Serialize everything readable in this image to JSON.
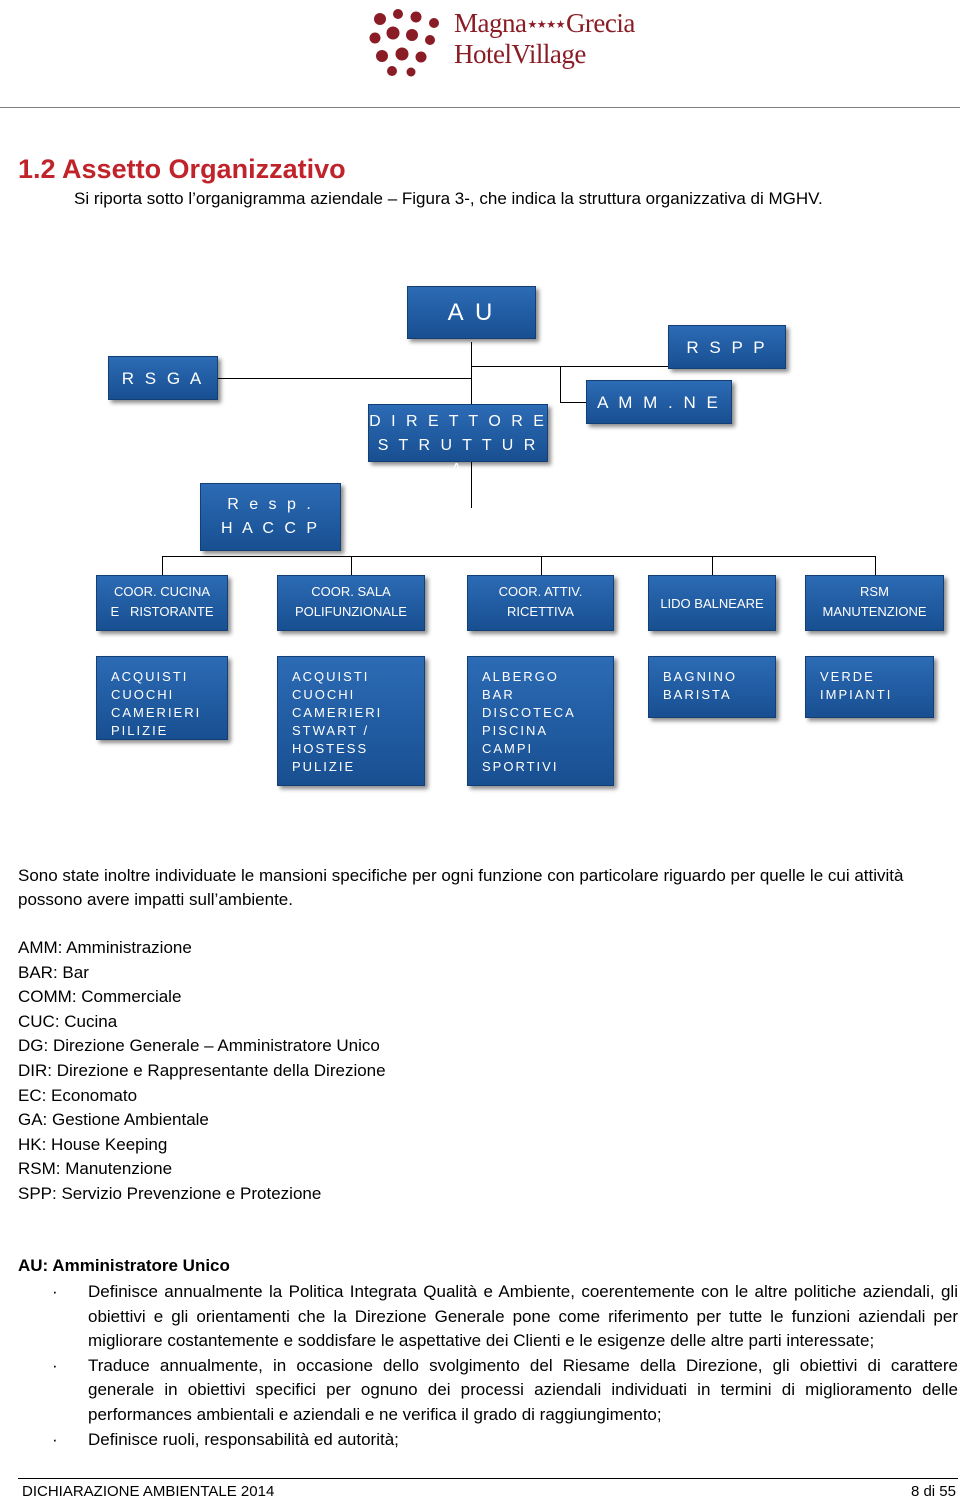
{
  "header": {
    "logo_line1_a": "Magna",
    "logo_stars": "★★★★",
    "logo_line1_b": "Grecia",
    "logo_line2": "HotelVillage"
  },
  "section": {
    "title": "1.2 Assetto Organizzativo",
    "intro": "Si riporta sotto l’organigramma aziendale – Figura 3-, che indica la struttura organizzativa di MGHV."
  },
  "org": {
    "au": "A U",
    "rspp": "R S P P",
    "rsga": "R S G A",
    "amm": "A M M . N E",
    "direttore": [
      "D I R E T T O R E",
      "S T R U T T U R A"
    ],
    "haccp": [
      "R e s p .",
      "H A C C P"
    ],
    "coord": [
      [
        "COOR. CUCINA",
        "E   RISTORANTE"
      ],
      [
        "COOR. SALA",
        "POLIFUNZIONALE"
      ],
      [
        "COOR. ATTIV.",
        "RICETTIVA"
      ],
      [
        "LIDO BALNEARE"
      ],
      [
        "RSM",
        "MANUTENZIONE"
      ]
    ],
    "staff": [
      [
        "ACQUISTI",
        "CUOCHI",
        "CAMERIERI",
        "PILIZIE"
      ],
      [
        "ACQUISTI",
        "CUOCHI",
        "CAMERIERI",
        "STWART /",
        "HOSTESS",
        "PULIZIE"
      ],
      [
        "ALBERGO",
        "BAR",
        "DISCOTECA",
        "PISCINA",
        "CAMPI",
        "SPORTIVI"
      ],
      [
        "BAGNINO",
        "BARISTA"
      ],
      [
        "VERDE",
        "IMPIANTI"
      ]
    ]
  },
  "body": {
    "paragraph": "Sono state inoltre individuate le mansioni specifiche per ogni funzione con particolare riguardo per quelle le cui attività possono avere impatti sull’ambiente.",
    "abbreviations": [
      "AMM: Amministrazione",
      "BAR: Bar",
      "COMM: Commerciale",
      "CUC: Cucina",
      "DG: Direzione Generale – Amministratore Unico",
      "DIR: Direzione e Rappresentante della Direzione",
      "EC: Economato",
      "GA: Gestione Ambientale",
      "HK: House Keeping",
      "RSM: Manutenzione",
      "SPP: Servizio Prevenzione e Protezione"
    ],
    "au_title": "AU: Amministratore Unico",
    "bullet_marker": "·",
    "bullets": [
      "Definisce annualmente la Politica Integrata Qualità e Ambiente, coerentemente con le altre politiche aziendali, gli obiettivi e gli orientamenti che la Direzione Generale pone come riferimento per tutte le funzioni aziendali per migliorare costantemente e soddisfare le aspettative dei Clienti e le esigenze delle altre parti interessate;",
      "Traduce annualmente, in occasione dello svolgimento del Riesame della Direzione, gli obiettivi di carattere generale in obiettivi specifici per ognuno dei processi aziendali individuati in termini di miglioramento delle performances ambientali e aziendali e ne verifica il grado di raggiungimento;",
      "Definisce ruoli, responsabilità ed autorità;"
    ]
  },
  "footer": {
    "left": "DICHIARAZIONE AMBIENTALE 2014",
    "right": "8 di 55"
  },
  "colors": {
    "title_red": "#c0232a",
    "logo_red": "#8a1c25",
    "box_blue": "#1f5da3"
  }
}
